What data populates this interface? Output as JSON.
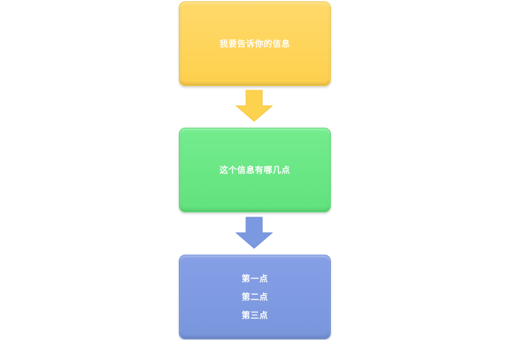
{
  "diagram": {
    "steps": [
      {
        "lines": [
          "我要告诉你的信息"
        ],
        "color": "#fdd24f"
      },
      {
        "lines": [
          "这个信息有哪几点"
        ],
        "color": "#65e682"
      },
      {
        "lines": [
          "第一点",
          "第二点",
          "第三点"
        ],
        "color": "#7b99e0"
      }
    ],
    "arrows": [
      {
        "color": "#fdd24f",
        "icon": "down-arrow-icon"
      },
      {
        "color": "#7b99e0",
        "icon": "down-arrow-icon"
      }
    ]
  }
}
